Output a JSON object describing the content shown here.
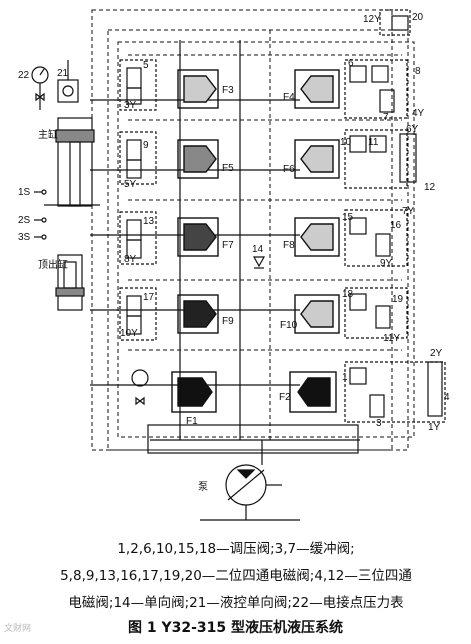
{
  "labels": {
    "main_cyl": "主缸",
    "ejector_cyl": "顶出缸",
    "pump": "泵",
    "F1": "F1",
    "F2": "F2",
    "F3": "F3",
    "F4": "F4",
    "F5": "F5",
    "F6": "F6",
    "F7": "F7",
    "F8": "F8",
    "F9": "F9",
    "F10": "F10",
    "n1": "1",
    "n2": "2",
    "n3": "3",
    "n4": "4",
    "n5": "5",
    "n6": "6",
    "n7": "7",
    "n8": "8",
    "n9": "9",
    "n10": "10",
    "n11": "11",
    "n12": "12",
    "n13": "13",
    "n14": "14",
    "n15": "15",
    "n16": "16",
    "n17": "17",
    "n18": "18",
    "n19": "19",
    "n20": "20",
    "n21": "21",
    "n22": "22",
    "s1": "1S",
    "s2": "2S",
    "s3": "3S",
    "y1": "1Y",
    "y2": "2Y",
    "y3": "3Y",
    "y4": "4Y",
    "y5": "5Y",
    "y6": "6Y",
    "y7": "7Y",
    "y8": "8Y",
    "y9": "9Y",
    "y10": "10Y",
    "y11": "11Y",
    "y12": "12Y"
  },
  "legend": {
    "line1": "1,2,6,10,15,18—调压阀;3,7—缓冲阀;",
    "line2": "5,8,9,13,16,17,19,20—二位四通电磁阀;4,12—三位四通",
    "line3": "电磁阀;14—单向阀;21—液控单向阀;22—电接点压力表"
  },
  "caption": "图 1   Y32-315 型液压机液压系统",
  "watermark": "文财网"
}
